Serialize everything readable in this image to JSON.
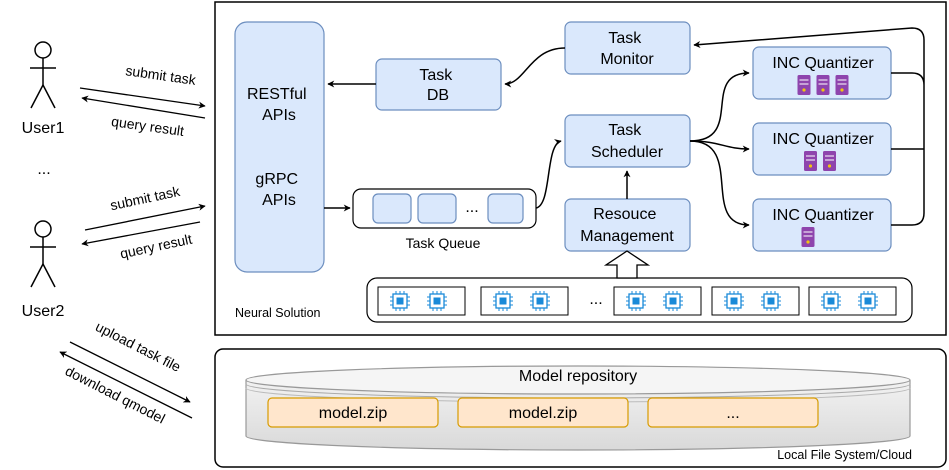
{
  "users": {
    "user1": "User1",
    "user2": "User2",
    "ellipsis": "..."
  },
  "arrows": {
    "submit_task_1": "submit task",
    "query_result_1": "query result",
    "submit_task_2": "submit task",
    "query_result_2": "query result",
    "upload_task_file": "upload task file",
    "download_qmodel": "download qmodel"
  },
  "neural_solution": {
    "label": "Neural Solution",
    "restful_apis": [
      "RESTful",
      "APIs"
    ],
    "grpc_apis": [
      "gRPC",
      "APIs"
    ],
    "task_db": [
      "Task",
      "DB"
    ],
    "task_monitor": [
      "Task",
      "Monitor"
    ],
    "task_scheduler": [
      "Task",
      "Scheduler"
    ],
    "resource_management": [
      "Resouce",
      "Management"
    ],
    "task_queue": "Task Queue",
    "queue_ellipsis": "...",
    "cluster_ellipsis": "...",
    "quantizers": [
      "INC Quantizer",
      "INC Quantizer",
      "INC Quantizer"
    ],
    "quantizer_server_counts": [
      3,
      2,
      1
    ]
  },
  "storage": {
    "label": "Local File System/Cloud",
    "repository": "Model repository",
    "models": [
      "model.zip",
      "model.zip",
      "..."
    ]
  },
  "colors": {
    "node_fill": "#dae8fc",
    "node_stroke": "#6c8ebf",
    "model_fill": "#ffe6cc",
    "model_stroke": "#d79b00",
    "server": "#8e44ad",
    "chip": "#1a8ad8"
  }
}
